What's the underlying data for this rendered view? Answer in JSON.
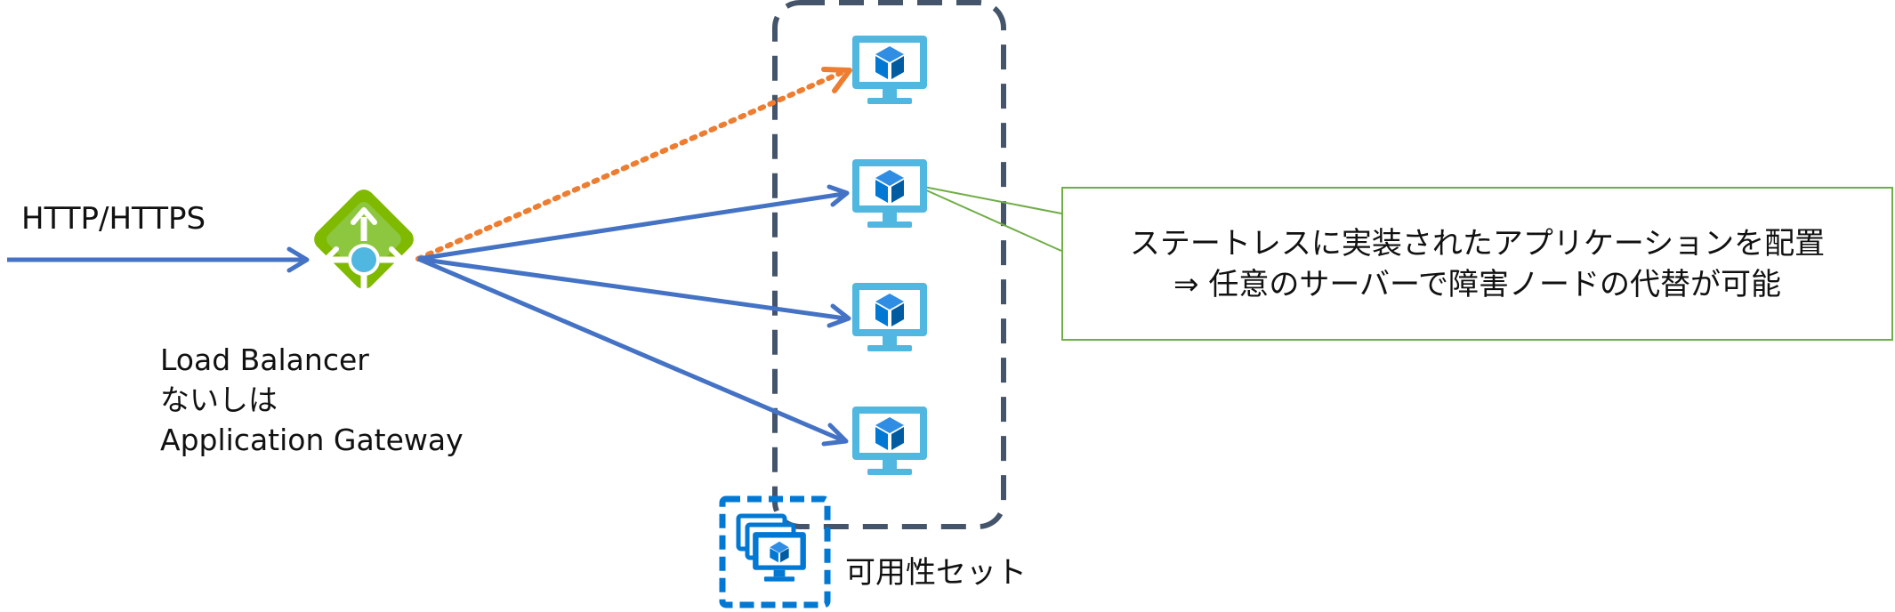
{
  "diagram": {
    "protocol_label": "HTTP/HTTPS",
    "load_balancer": {
      "icon": "load-balancer-icon",
      "label_lines": [
        "Load Balancer",
        "ないしは",
        "Application Gateway"
      ]
    },
    "virtual_machines": [
      {
        "icon": "virtual-machine-icon",
        "connection": "dotted-orange"
      },
      {
        "icon": "virtual-machine-icon",
        "connection": "solid-blue"
      },
      {
        "icon": "virtual-machine-icon",
        "connection": "solid-blue"
      },
      {
        "icon": "virtual-machine-icon",
        "connection": "solid-blue"
      }
    ],
    "availability_set": {
      "icon": "availability-set-icon",
      "label": "可用性セット"
    },
    "note": {
      "lines": [
        "ステートレスに実装されたアプリケーションを配置",
        "⇒ 任意のサーバーで障害ノードの代替が可能"
      ]
    }
  },
  "colors": {
    "connection_blue": "#4472c4",
    "failover_orange": "#ed7d31",
    "availability_set_border": "#44546a",
    "vm_light_blue": "#50b7e0",
    "vm_dark_blue": "#0078d4",
    "load_balancer_green": "#7fba00",
    "note_border": "#70ad47"
  }
}
